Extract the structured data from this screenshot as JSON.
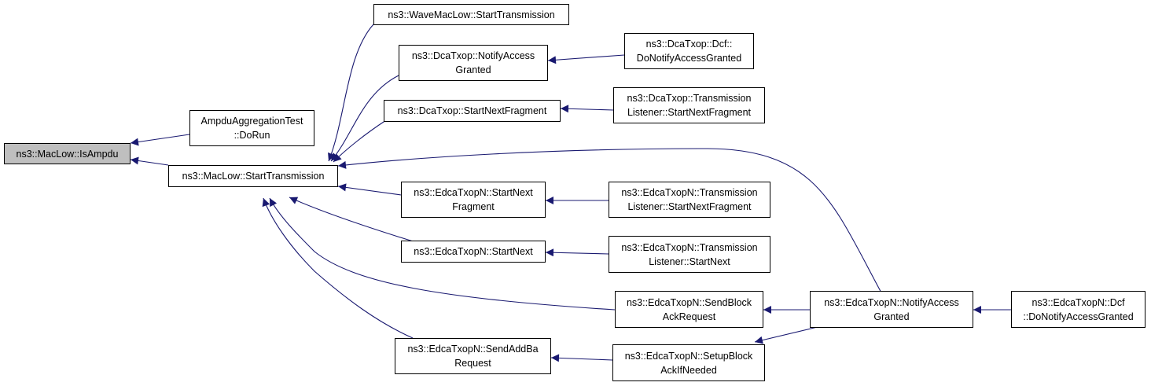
{
  "colors": {
    "edge": "#191970",
    "node_border": "#000000",
    "node_fill": "#ffffff",
    "focus_fill": "#bfbfbf"
  },
  "nodes": {
    "is_ampdu": {
      "lines": [
        "ns3::MacLow::IsAmpdu"
      ]
    },
    "ampdu_test_dorun": {
      "lines": [
        "AmpduAggregationTest",
        "::DoRun"
      ]
    },
    "maclow_start_transmission": {
      "lines": [
        "ns3::MacLow::StartTransmission"
      ]
    },
    "wavemaclow_start_transmission": {
      "lines": [
        "ns3::WaveMacLow::StartTransmission"
      ]
    },
    "dcatxop_notify_access_granted": {
      "lines": [
        "ns3::DcaTxop::NotifyAccess",
        "Granted"
      ]
    },
    "dcatxop_dcf_do_notify": {
      "lines": [
        "ns3::DcaTxop::Dcf::",
        "DoNotifyAccessGranted"
      ]
    },
    "dcatxop_start_next_fragment": {
      "lines": [
        "ns3::DcaTxop::StartNextFragment"
      ]
    },
    "dcatxop_tl_start_next_fragment": {
      "lines": [
        "ns3::DcaTxop::Transmission",
        "Listener::StartNextFragment"
      ]
    },
    "edca_start_next_fragment": {
      "lines": [
        "ns3::EdcaTxopN::StartNext",
        "Fragment"
      ]
    },
    "edca_tl_start_next_fragment": {
      "lines": [
        "ns3::EdcaTxopN::Transmission",
        "Listener::StartNextFragment"
      ]
    },
    "edca_start_next": {
      "lines": [
        "ns3::EdcaTxopN::StartNext"
      ]
    },
    "edca_tl_start_next": {
      "lines": [
        "ns3::EdcaTxopN::Transmission",
        "Listener::StartNext"
      ]
    },
    "edca_send_block_ack_request": {
      "lines": [
        "ns3::EdcaTxopN::SendBlock",
        "AckRequest"
      ]
    },
    "edca_notify_access_granted": {
      "lines": [
        "ns3::EdcaTxopN::NotifyAccess",
        "Granted"
      ]
    },
    "edca_dcf_do_notify": {
      "lines": [
        "ns3::EdcaTxopN::Dcf",
        "::DoNotifyAccessGranted"
      ]
    },
    "edca_send_addba_request": {
      "lines": [
        "ns3::EdcaTxopN::SendAddBa",
        "Request"
      ]
    },
    "edca_setup_block_ack": {
      "lines": [
        "ns3::EdcaTxopN::SetupBlock",
        "AckIfNeeded"
      ]
    }
  }
}
